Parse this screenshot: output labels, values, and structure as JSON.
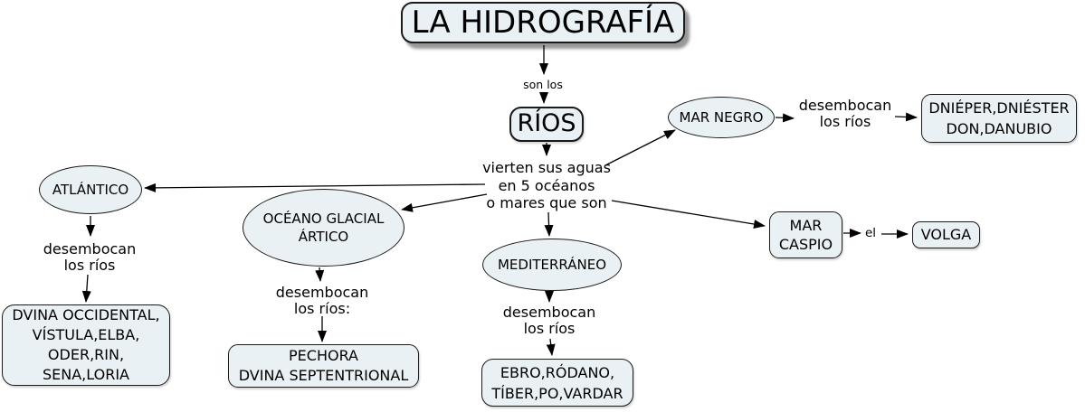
{
  "diagram": {
    "title": "LA HIDROGRAFÍA",
    "nodes": {
      "rios": "RÍOS",
      "atlantico": "ATLÁNTICO",
      "artico": "OCÉANO GLACIAL\nÁRTICO",
      "mediterraneo": "MEDITERRÁNEO",
      "mar_negro": "MAR NEGRO",
      "mar_caspio": "MAR\nCASPIO",
      "volga": "VOLGA",
      "atlantico_rivers": "DVINA OCCIDENTAL,\nVÍSTULA,ELBA,\nODER,RIN,\nSENA,LORIA",
      "artico_rivers": "PECHORA\nDVINA SEPTENTRIONAL",
      "mediterraneo_rivers": "EBRO,RÓDANO,\nTÍBER,PO,VARDAR",
      "mar_negro_rivers": "DNIÉPER,DNIÉSTER\nDON,DANUBIO"
    },
    "labels": {
      "son_los": "son los",
      "vierten": "vierten sus aguas\nen 5 océanos\no mares que son",
      "desembocan_atlantico": "desembocan\nlos ríos",
      "desembocan_artico": "desembocan\nlos ríos:",
      "desembocan_mediterraneo": "desembocan\nlos ríos",
      "desembocan_mar_negro": "desembocan\nlos ríos",
      "el": "el"
    },
    "colors": {
      "node_fill": "#eaf1f4",
      "node_border": "#1a1a1a",
      "arrow": "#000000",
      "background": "#ffffff"
    }
  }
}
